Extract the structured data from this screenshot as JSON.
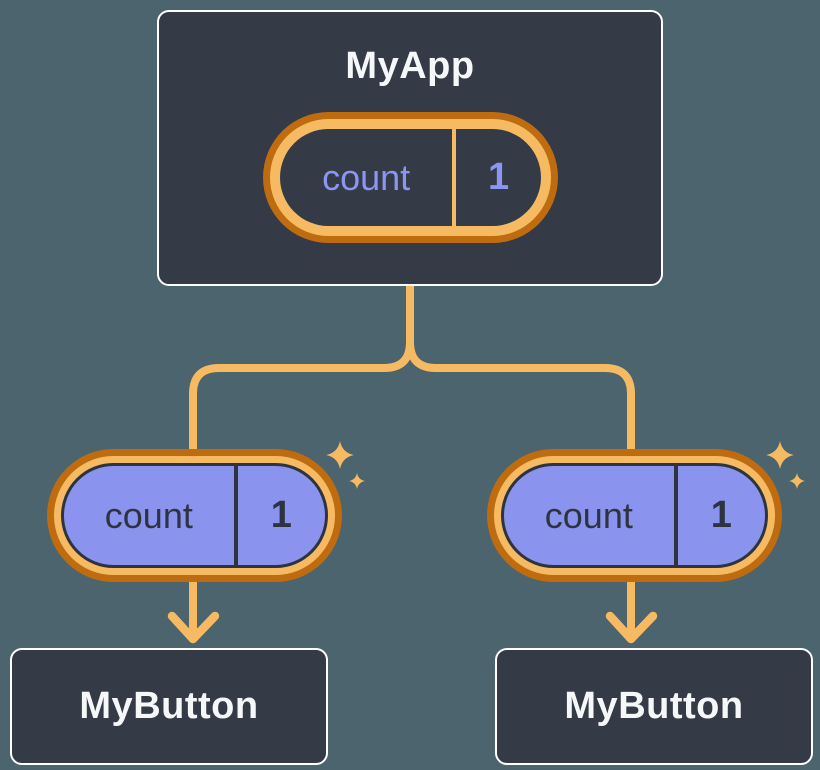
{
  "diagram_title": "component-state-tree",
  "colors": {
    "background": "#4b646e",
    "card_fill": "#343a46",
    "card_border": "#ffffff",
    "card_text": "#f6f7f9",
    "connector_orange": "#f6bb62",
    "ring_dark_orange": "#bf6b10",
    "prop_pill_fill": "#8a94ee",
    "state_text_lavender": "#8b96f2",
    "ink_dark": "#2d3440"
  },
  "icons": {
    "sparkle": "sparkle-icon",
    "arrowhead": "arrow-down-icon"
  },
  "root": {
    "title": "MyApp",
    "state": {
      "label": "count",
      "value": "1"
    }
  },
  "children": [
    {
      "title": "MyButton",
      "prop": {
        "label": "count",
        "value": "1"
      }
    },
    {
      "title": "MyButton",
      "prop": {
        "label": "count",
        "value": "1"
      }
    }
  ]
}
